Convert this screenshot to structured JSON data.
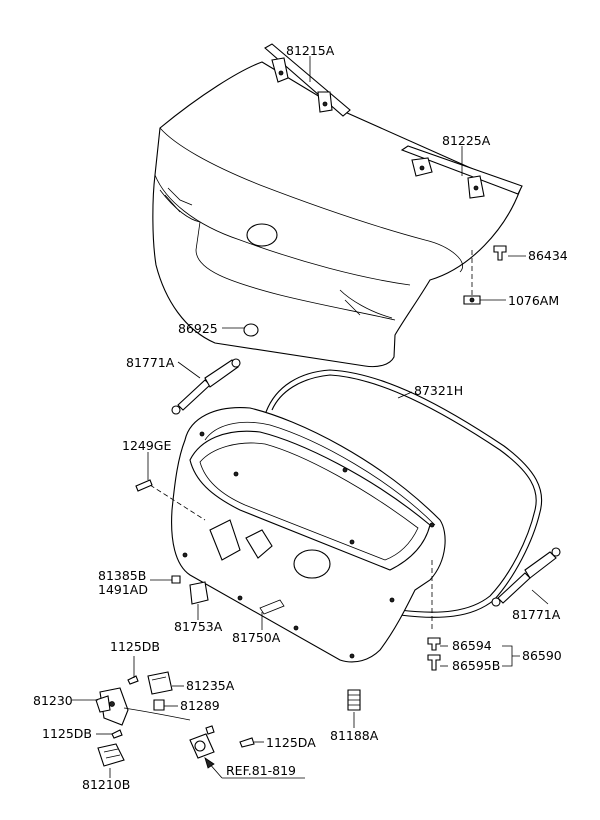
{
  "labels": {
    "p81215A": "81215A",
    "p81225A": "81225A",
    "p86434": "86434",
    "p1076AM": "1076AM",
    "p86925": "86925",
    "p81771A_top": "81771A",
    "p87321H": "87321H",
    "p1249GE": "1249GE",
    "p81385B": "81385B",
    "p1491AD": "1491AD",
    "p81753A": "81753A",
    "p81750A": "81750A",
    "p81771A_right": "81771A",
    "p86594": "86594",
    "p86595B": "86595B",
    "p86590": "86590",
    "p1125DB_top": "1125DB",
    "p81230": "81230",
    "p81235A": "81235A",
    "p81289": "81289",
    "p1125DB_bottom": "1125DB",
    "p81210B": "81210B",
    "p81188A": "81188A",
    "p1125DA": "1125DA",
    "ref": "REF.81-819"
  }
}
